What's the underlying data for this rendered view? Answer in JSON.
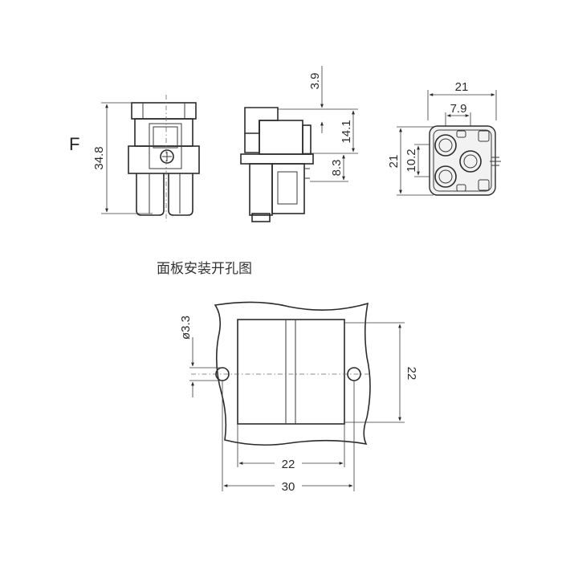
{
  "view_label": "F",
  "side_view": {
    "height_label": "34.8"
  },
  "front_view": {
    "top_offset_label": "3.9",
    "upper_label": "14.1",
    "lower_label": "8.3"
  },
  "top_view": {
    "width_label": "21",
    "pitch_x_label": "7.9",
    "height_label": "21",
    "pitch_y_label": "10.2"
  },
  "cutout": {
    "title": "面板安装开孔图",
    "hole_label": "ø3.3",
    "inner_width_label": "22",
    "outer_width_label": "30",
    "height_label": "22"
  }
}
